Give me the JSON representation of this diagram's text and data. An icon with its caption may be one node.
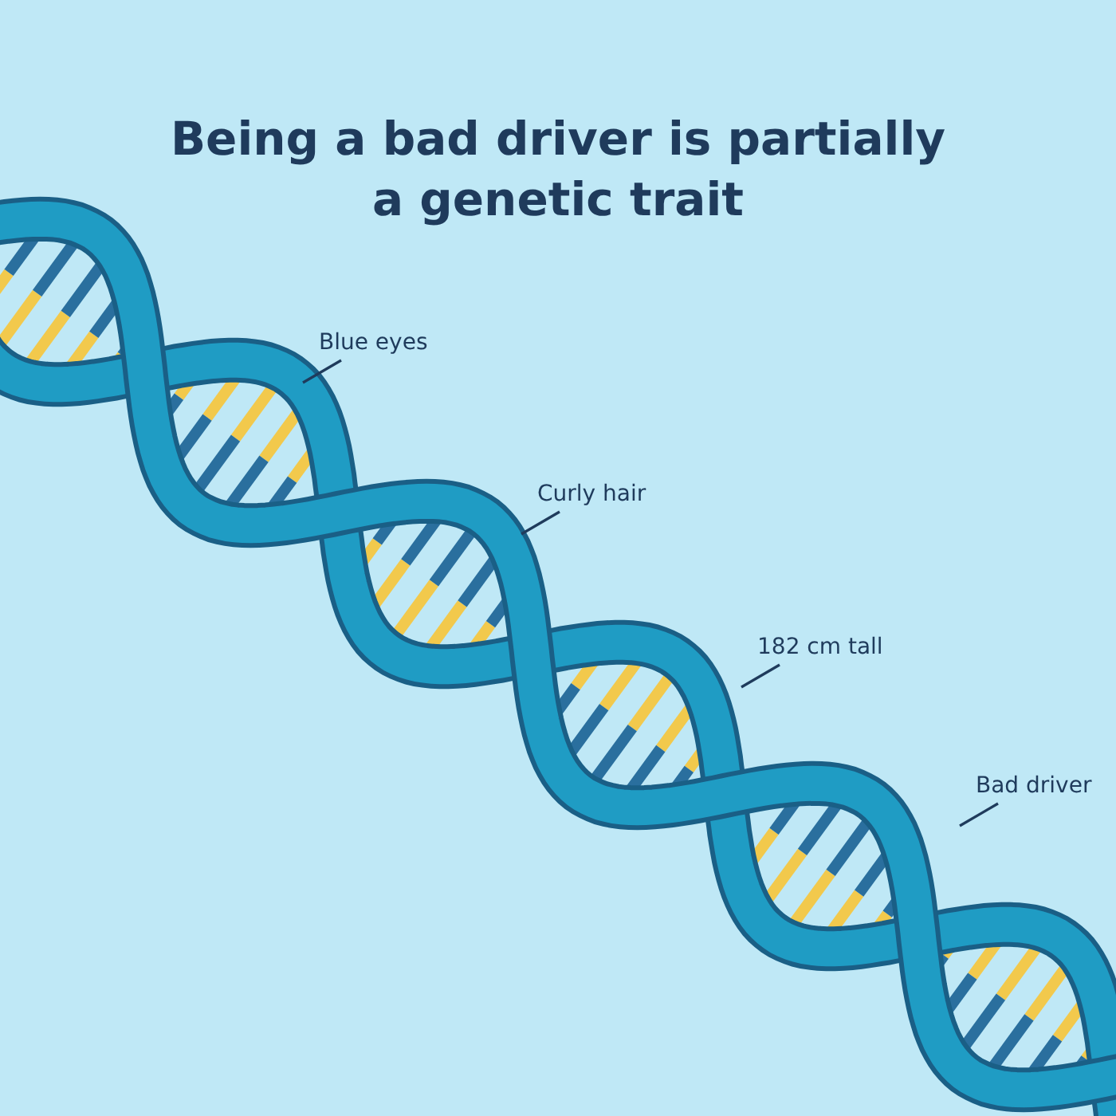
{
  "diagram": {
    "title": "Being a bad driver is partially a genetic trait",
    "nodes": [
      {
        "text": [
          "Blue eyes"
        ]
      },
      {
        "text": [
          "Curly hair"
        ]
      },
      {
        "text": [
          "182 cm tall"
        ]
      },
      {
        "text": [
          "Bad driver"
        ]
      }
    ],
    "edges": [
      {
        "from": 0,
        "to": null,
        "arrow": "none"
      },
      {
        "from": 1,
        "to": null,
        "arrow": "none"
      },
      {
        "from": 2,
        "to": null,
        "arrow": "none"
      },
      {
        "from": 3,
        "to": null,
        "arrow": "none"
      }
    ]
  }
}
